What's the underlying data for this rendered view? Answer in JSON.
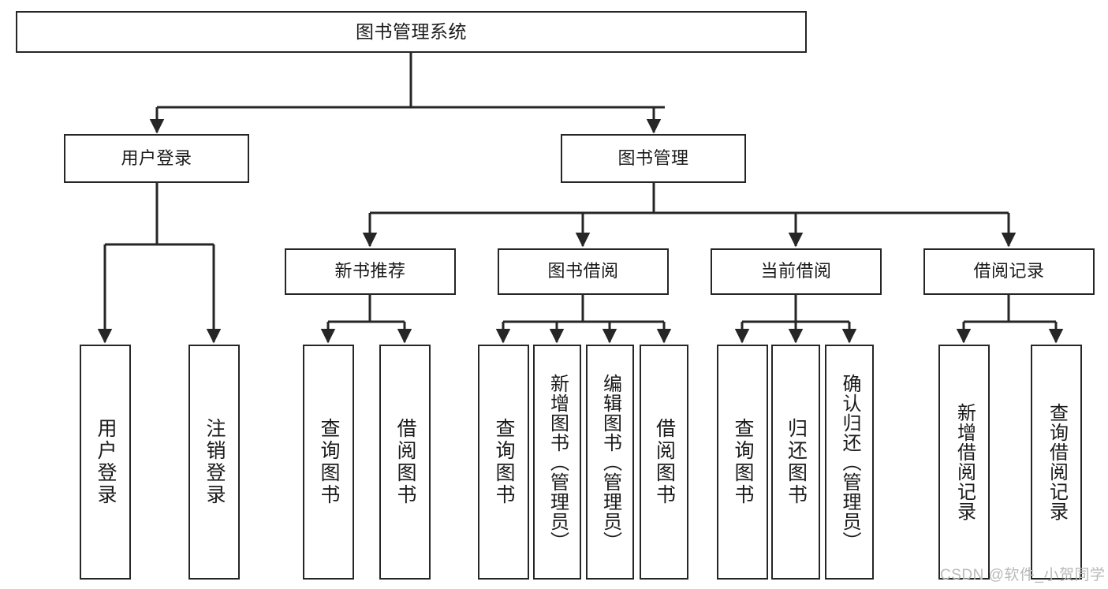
{
  "diagram": {
    "title": "图书管理系统",
    "type": "hierarchy-tree",
    "levels": 4,
    "colors": {
      "node_border": "#262626",
      "node_fill": "#ffffff",
      "edge": "#262626",
      "text": "#1a1a1a",
      "watermark": "#b9b9b9",
      "background": "#ffffff"
    }
  },
  "nodes": {
    "root": {
      "label": "图书管理系统"
    },
    "level2": [
      {
        "label": "用户登录"
      },
      {
        "label": "图书管理"
      }
    ],
    "level3": [
      {
        "label": "新书推荐"
      },
      {
        "label": "图书借阅"
      },
      {
        "label": "当前借阅"
      },
      {
        "label": "借阅记录"
      }
    ],
    "leaves": {
      "user_login": [
        {
          "label": "用户登录"
        },
        {
          "label": "注销登录"
        }
      ],
      "new_book": [
        {
          "label": "查询图书"
        },
        {
          "label": "借阅图书"
        }
      ],
      "book_borrow": [
        {
          "label": "查询图书"
        },
        {
          "label": "新增图书（管理员）"
        },
        {
          "label": "编辑图书（管理员）"
        },
        {
          "label": "借阅图书"
        }
      ],
      "current_borrow": [
        {
          "label": "查询图书"
        },
        {
          "label": "归还图书"
        },
        {
          "label": "确认归还（管理员）"
        }
      ],
      "borrow_record": [
        {
          "label": "新增借阅记录"
        },
        {
          "label": "查询借阅记录"
        }
      ]
    }
  },
  "watermark": {
    "text": "CSDN @软件_小贺同学"
  }
}
